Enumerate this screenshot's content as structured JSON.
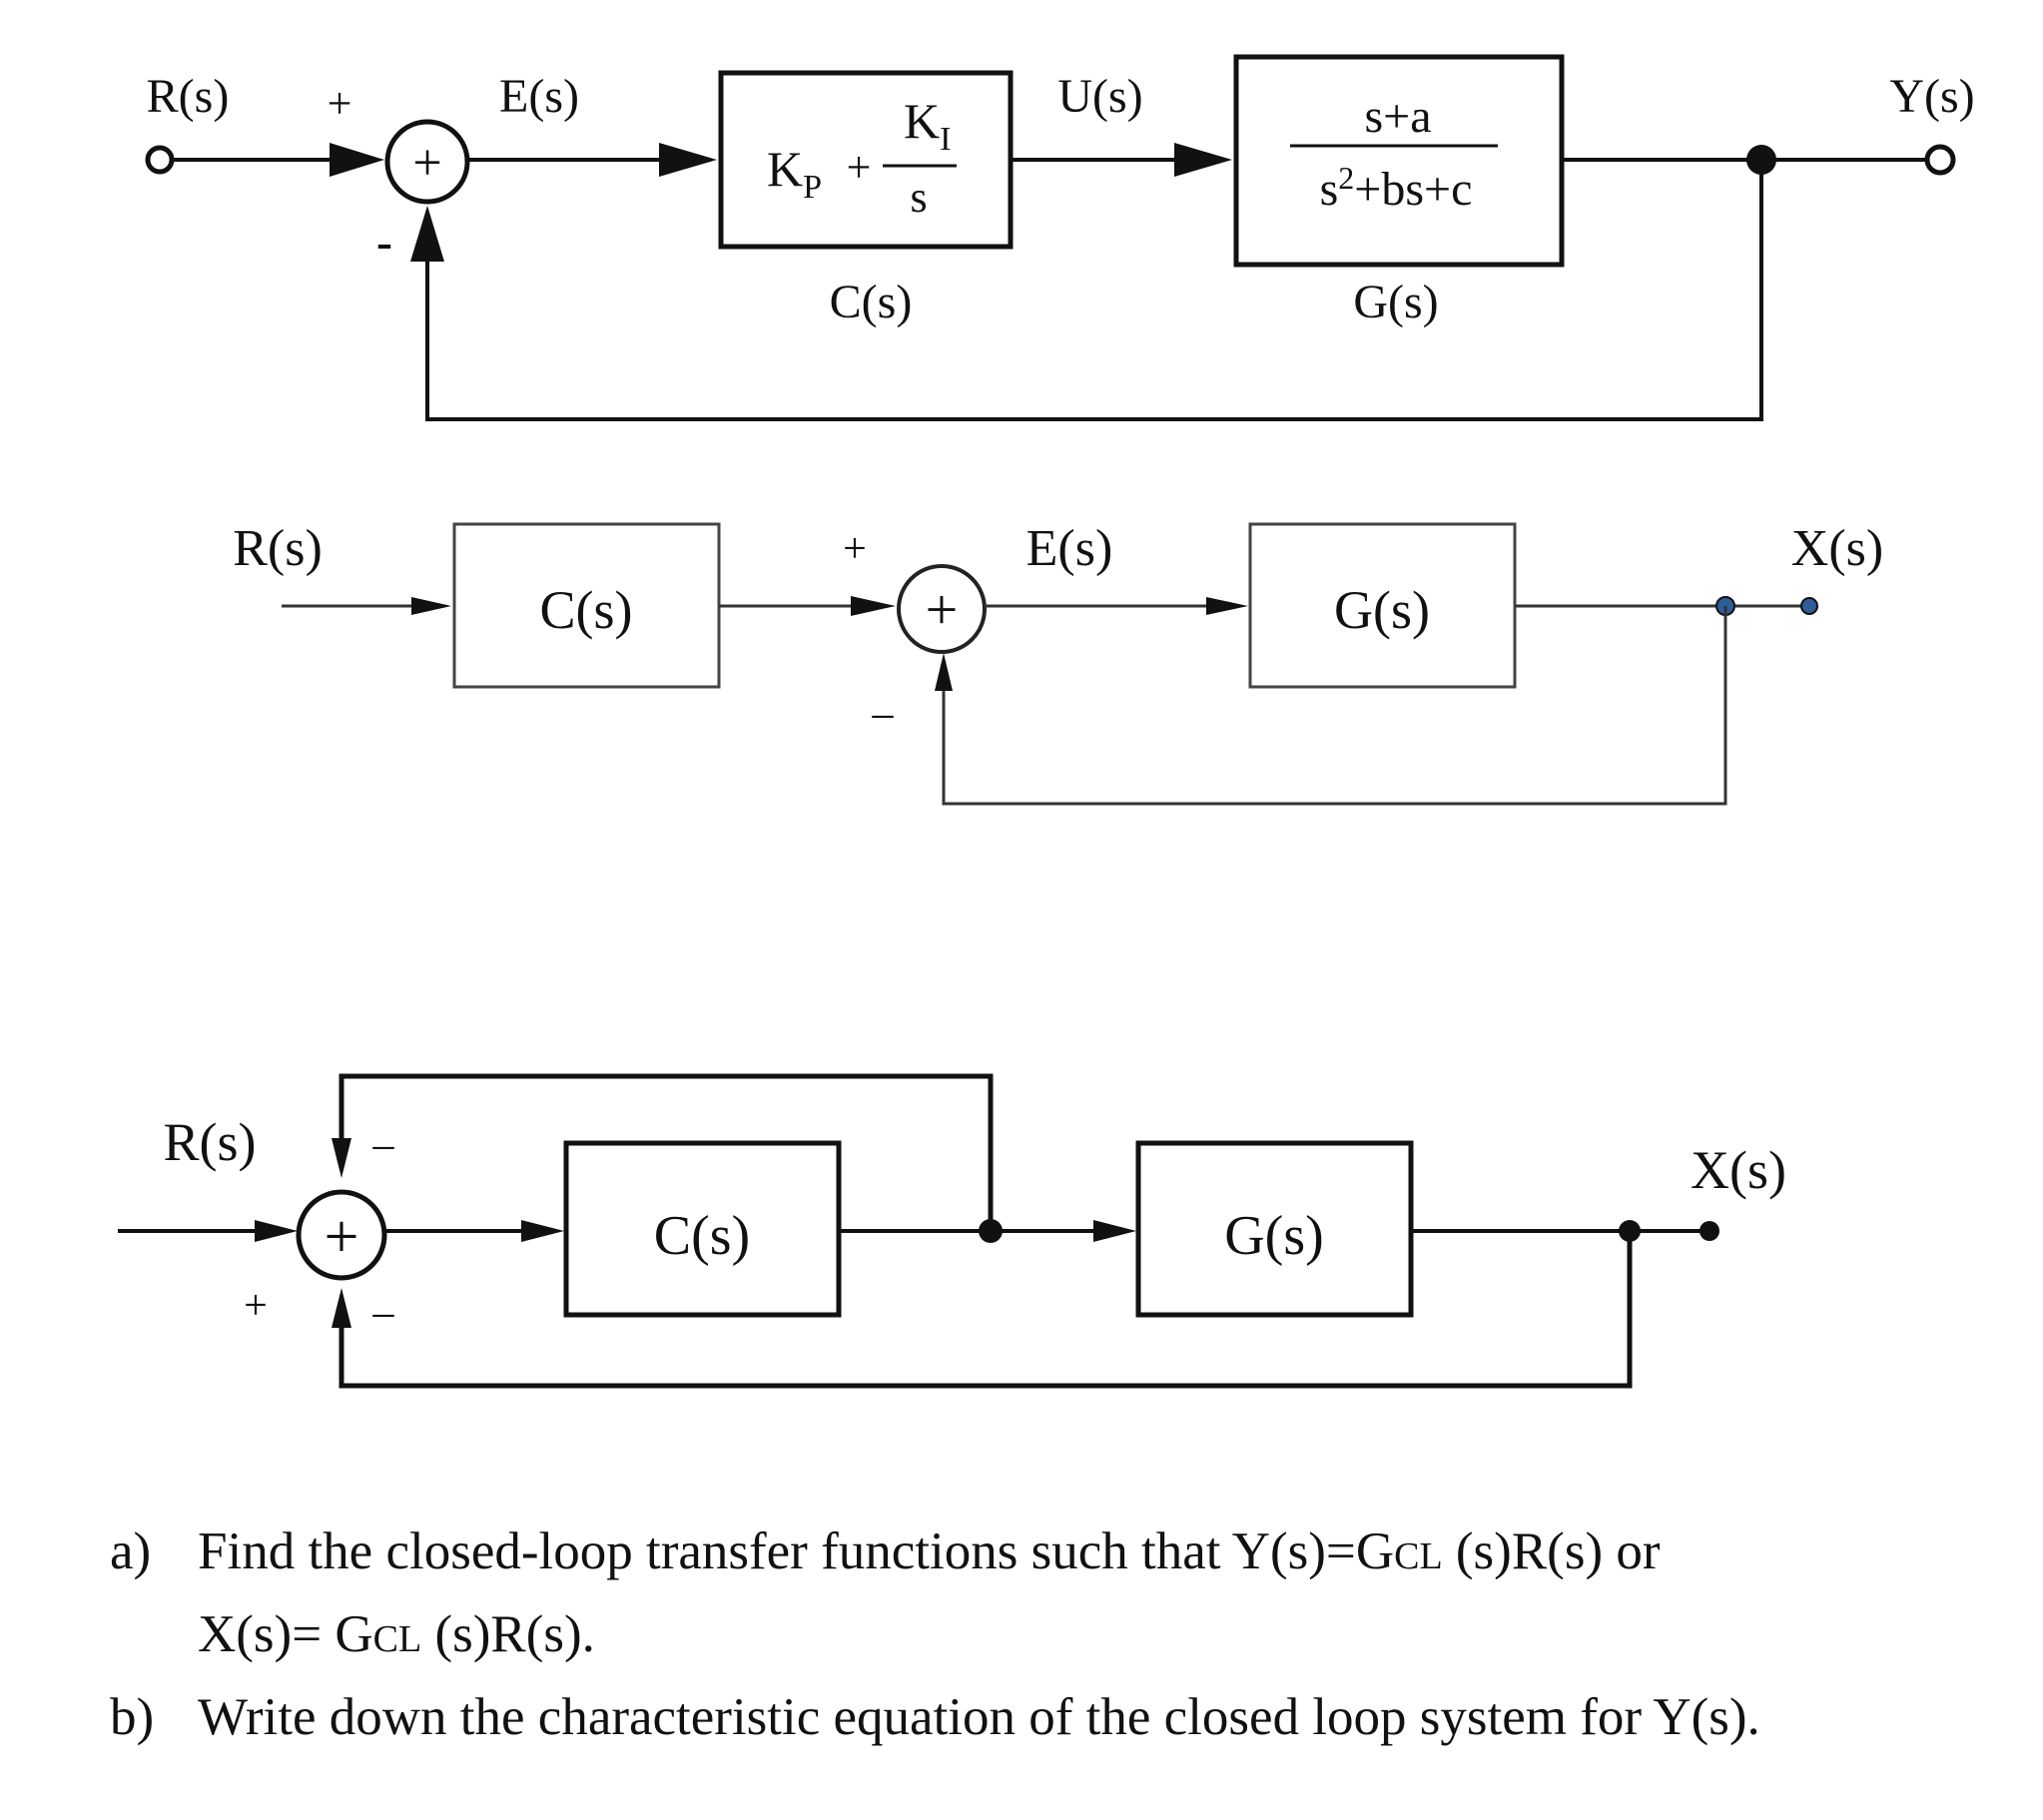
{
  "diagram1": {
    "input": "R(s)",
    "output": "Y(s)",
    "error": "E(s)",
    "control": "U(s)",
    "sign_plus": "+",
    "sign_minus": "-",
    "sum_symbol": "+",
    "controller": {
      "kp": "K",
      "kp_sub": "P",
      "plus": "+",
      "ki": "K",
      "ki_sub": "I",
      "ki_den": "s",
      "name": "C(s)"
    },
    "plant": {
      "numerator": "s+a",
      "den_s": "s",
      "den_sup": "2",
      "den_rest": "+bs+c",
      "name": "G(s)"
    }
  },
  "diagram2": {
    "input": "R(s)",
    "output": "X(s)",
    "error": "E(s)",
    "sign_plus": "+",
    "sign_minus": "–",
    "sum_symbol": "+",
    "controller": "C(s)",
    "plant": "G(s)"
  },
  "diagram3": {
    "input": "R(s)",
    "output": "X(s)",
    "sign_plus": "+",
    "sign_minus_top": "–",
    "sign_minus_bottom": "–",
    "sum_symbol": "+",
    "controller": "C(s)",
    "plant": "G(s)"
  },
  "questions": {
    "a_marker": "a)",
    "a_line1_pre": "Find the closed-loop transfer functions such that Y(s)=G",
    "a_sub": "CL",
    "a_line1_post": " (s)R(s) or",
    "a_line2_pre": "X(s)= G",
    "a_line2_post": " (s)R(s).",
    "b_marker": "b)",
    "b_text": "Write down the characteristic equation of the closed loop system for Y(s)."
  }
}
